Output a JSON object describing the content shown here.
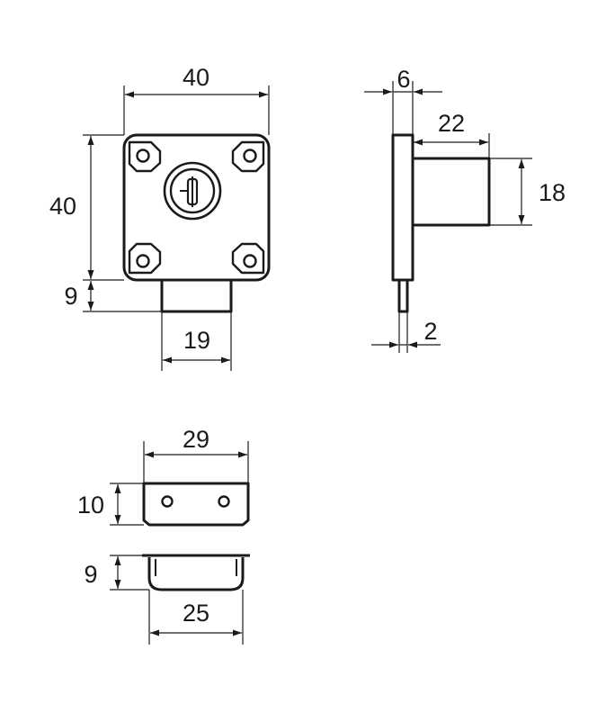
{
  "diagram": {
    "dimensions": {
      "front_width": "40",
      "front_height": "40",
      "front_bolt_height": "9",
      "front_bolt_width": "19",
      "side_plate_thickness": "6",
      "side_body_depth": "22",
      "side_body_height": "18",
      "side_bolt_thickness": "2",
      "strike_plate_width": "29",
      "strike_plate_height": "10",
      "strike_box_height": "9",
      "strike_box_width": "25"
    }
  }
}
